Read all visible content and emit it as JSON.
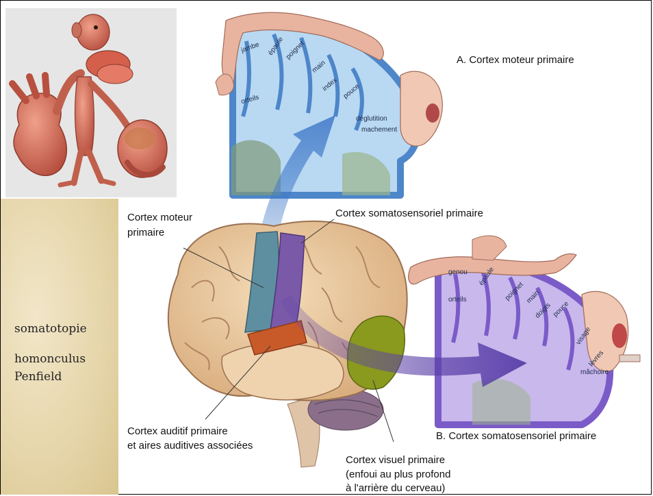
{
  "side_panel": {
    "term1": "somatotopie",
    "term2": "homonculus",
    "term3": "Penfield"
  },
  "panel_a": {
    "title": "A. Cortex moteur primaire",
    "labels": {
      "jambe": "jambe",
      "epaule": "épaule",
      "poignet": "poignet",
      "main": "main",
      "index": "index",
      "pouce": "pouce",
      "orteils": "orteils",
      "deglutition": "déglutition",
      "machement": "machement"
    }
  },
  "panel_b": {
    "title": "B. Cortex somatosensoriel primaire",
    "labels": {
      "genou": "genou",
      "epaule": "épaule",
      "poignet": "poignet",
      "main": "main",
      "doigts": "doigts",
      "pouce": "pouce",
      "orteils": "orteils",
      "visage": "visage",
      "levres": "lèvres",
      "machoire": "mâchoire"
    }
  },
  "brain_labels": {
    "motor_line1": "Cortex moteur",
    "motor_line2": "primaire",
    "somato": "Cortex somatosensoriel primaire",
    "auditif_line1": "Cortex auditif primaire",
    "auditif_line2": "et aires auditives associées",
    "visuel_line1": "Cortex visuel primaire",
    "visuel_line2": "(enfoui au plus profond",
    "visuel_line3": "à l'arrière du cerveau)"
  },
  "colors": {
    "motor_cortex": "#5e8fa0",
    "somatosensory_cortex": "#7a5aa8",
    "auditory_cortex": "#c85a2a",
    "visual_cortex": "#8a9a1e",
    "brain_tissue": "#e8c9a0",
    "panel_a_fill": "#b9d8f2",
    "panel_a_border": "#4d86c9",
    "panel_b_fill": "#c9b8ec",
    "panel_b_border": "#7b5bc8",
    "arrow_blue": "#3f78c8",
    "arrow_purple": "#5a3fa8"
  }
}
